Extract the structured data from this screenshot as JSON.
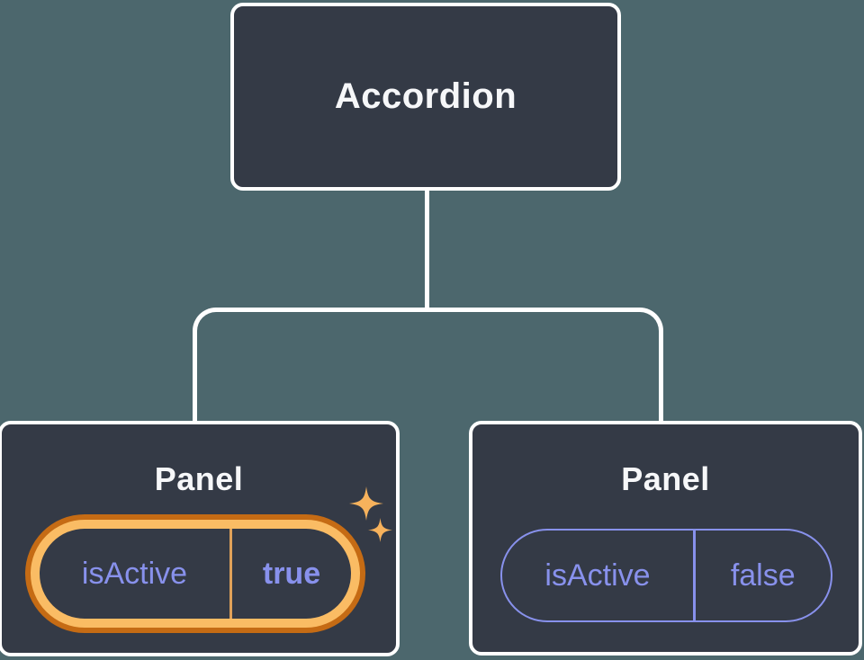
{
  "diagram": {
    "description": "React component tree diagram: Accordion parent with two Panel children showing isActive state",
    "root": {
      "label": "Accordion"
    },
    "children": [
      {
        "label": "Panel",
        "state": {
          "key": "isActive",
          "value": "true"
        },
        "highlighted": true
      },
      {
        "label": "Panel",
        "state": {
          "key": "isActive",
          "value": "false"
        },
        "highlighted": false
      }
    ],
    "colors": {
      "background": "#4C676D",
      "node_fill": "#343A46",
      "node_border": "#FFFFFF",
      "connector": "#FFFFFF",
      "heading_text": "#F6F7F9",
      "state_text": "#8891EC",
      "state_border": "#8891EC",
      "highlight_ring_inner": "#FABC64",
      "highlight_ring_outer": "#C56B14",
      "highlight_divider": "#E0A159",
      "sparkle": "#F7B25C"
    }
  }
}
